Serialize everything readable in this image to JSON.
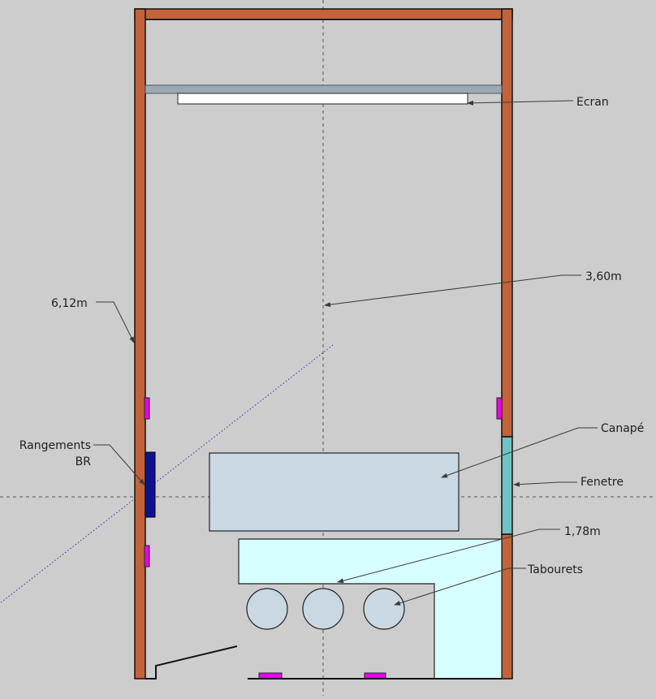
{
  "labels": {
    "screen": "Ecran",
    "width": "3,60m",
    "length": "6,12m",
    "sofa": "Canapé",
    "storage_line1": "Rangements",
    "storage_line2": "BR",
    "window": "Fenetre",
    "distance": "1,78m",
    "stools": "Tabourets"
  },
  "colors": {
    "background": "#cdcdcd",
    "wall": "#c4623a",
    "screen_frame": "#9aaab4",
    "screen": "#ffffff",
    "sofa": "#c9d8e2",
    "counter": "#d8ffff",
    "stool": "#c9d8e2",
    "window": "#6fc3c3",
    "storage": "#101090",
    "speaker": "#ee00ee"
  }
}
